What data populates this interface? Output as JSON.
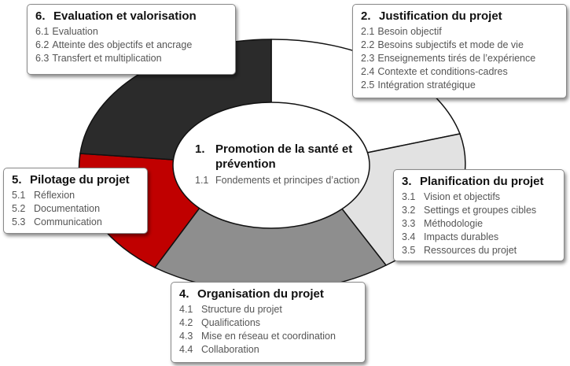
{
  "colors": {
    "sector_white": "#ffffff",
    "sector_light_gray": "#e2e2e2",
    "sector_medium_gray": "#8e8e8e",
    "sector_red": "#c00000",
    "sector_dark": "#2b2b2b",
    "outline": "#111111"
  },
  "center": {
    "number": "1.",
    "title": "Promotion de la santé et prévention",
    "items": [
      {
        "num": "1.1",
        "label": "Fondements et principes d’action"
      }
    ]
  },
  "box2": {
    "number": "2.",
    "title": "Justification du projet",
    "items": [
      {
        "num": "2.1",
        "label": "Besoin objectif"
      },
      {
        "num": "2.2",
        "label": "Besoins subjectifs et mode de vie"
      },
      {
        "num": "2.3",
        "label": "Enseignements tirés de l’expérience"
      },
      {
        "num": "2.4",
        "label": "Contexte et conditions-cadres"
      },
      {
        "num": "2.5",
        "label": "Intégration stratégique"
      }
    ]
  },
  "box3": {
    "number": "3.",
    "title": "Planification du projet",
    "items": [
      {
        "num": "3.1",
        "label": "Vision et objectifs"
      },
      {
        "num": "3.2",
        "label": "Settings et groupes cibles"
      },
      {
        "num": "3.3",
        "label": "Méthodologie"
      },
      {
        "num": "3.4",
        "label": "Impacts durables"
      },
      {
        "num": "3.5",
        "label": "Ressources du projet"
      }
    ]
  },
  "box4": {
    "number": "4.",
    "title": "Organisation du projet",
    "items": [
      {
        "num": "4.1",
        "label": "Structure du projet"
      },
      {
        "num": "4.2",
        "label": "Qualifications"
      },
      {
        "num": "4.3",
        "label": "Mise en réseau et coordination"
      },
      {
        "num": "4.4",
        "label": "Collaboration"
      }
    ]
  },
  "box5": {
    "number": "5.",
    "title": "Pilotage du projet",
    "items": [
      {
        "num": "5.1",
        "label": "Réflexion"
      },
      {
        "num": "5.2",
        "label": "Documentation"
      },
      {
        "num": "5.3",
        "label": "Communication"
      }
    ]
  },
  "box6": {
    "number": "6.",
    "title": "Evaluation et valorisation",
    "items": [
      {
        "num": "6.1",
        "label": "Evaluation"
      },
      {
        "num": "6.2",
        "label": "Atteinte des objectifs et ancrage"
      },
      {
        "num": "6.3",
        "label": "Transfert et multiplication"
      }
    ]
  }
}
